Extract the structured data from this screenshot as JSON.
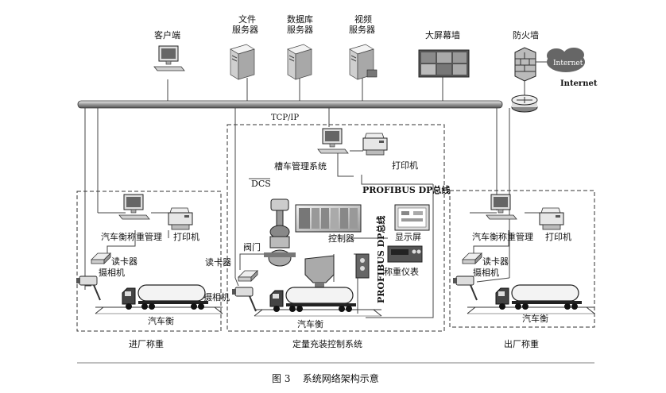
{
  "servers": {
    "client": "客户端",
    "file_1": "文件",
    "file_2": "服务器",
    "db_1": "数据库",
    "db_2": "服务器",
    "video_1": "视频",
    "video_2": "服务器",
    "bigscreen": "大屏幕墙",
    "firewall": "防火墙",
    "internet_cloud": "Internet",
    "internet": "Internet"
  },
  "network": {
    "bus": "TCP/IP"
  },
  "center": {
    "tank_mgmt": "槽车管理系统",
    "printer": "打印机",
    "dcs": "DCS",
    "profibus": "PROFIBUS DP总线",
    "profibus_vertical": "PROFIBUS DP总线",
    "display": "显示屏",
    "valve": "阀门",
    "controller": "控制器",
    "card_reader": "读卡器",
    "weigh_meter": "称重仪表",
    "camera": "摄相机",
    "scale": "汽车衡",
    "section": "定量充装控制系统"
  },
  "left": {
    "mgmt": "汽车衡称重管理",
    "printer": "打印机",
    "card_reader": "读卡器",
    "camera": "摄相机",
    "scale": "汽车衡",
    "section": "进厂称重"
  },
  "right": {
    "mgmt": "汽车衡称重管理",
    "printer": "打印机",
    "card_reader": "读卡器",
    "camera": "摄相机",
    "scale": "汽车衡",
    "section": "出厂称重"
  },
  "caption": "图 3    系统网络架构示意"
}
